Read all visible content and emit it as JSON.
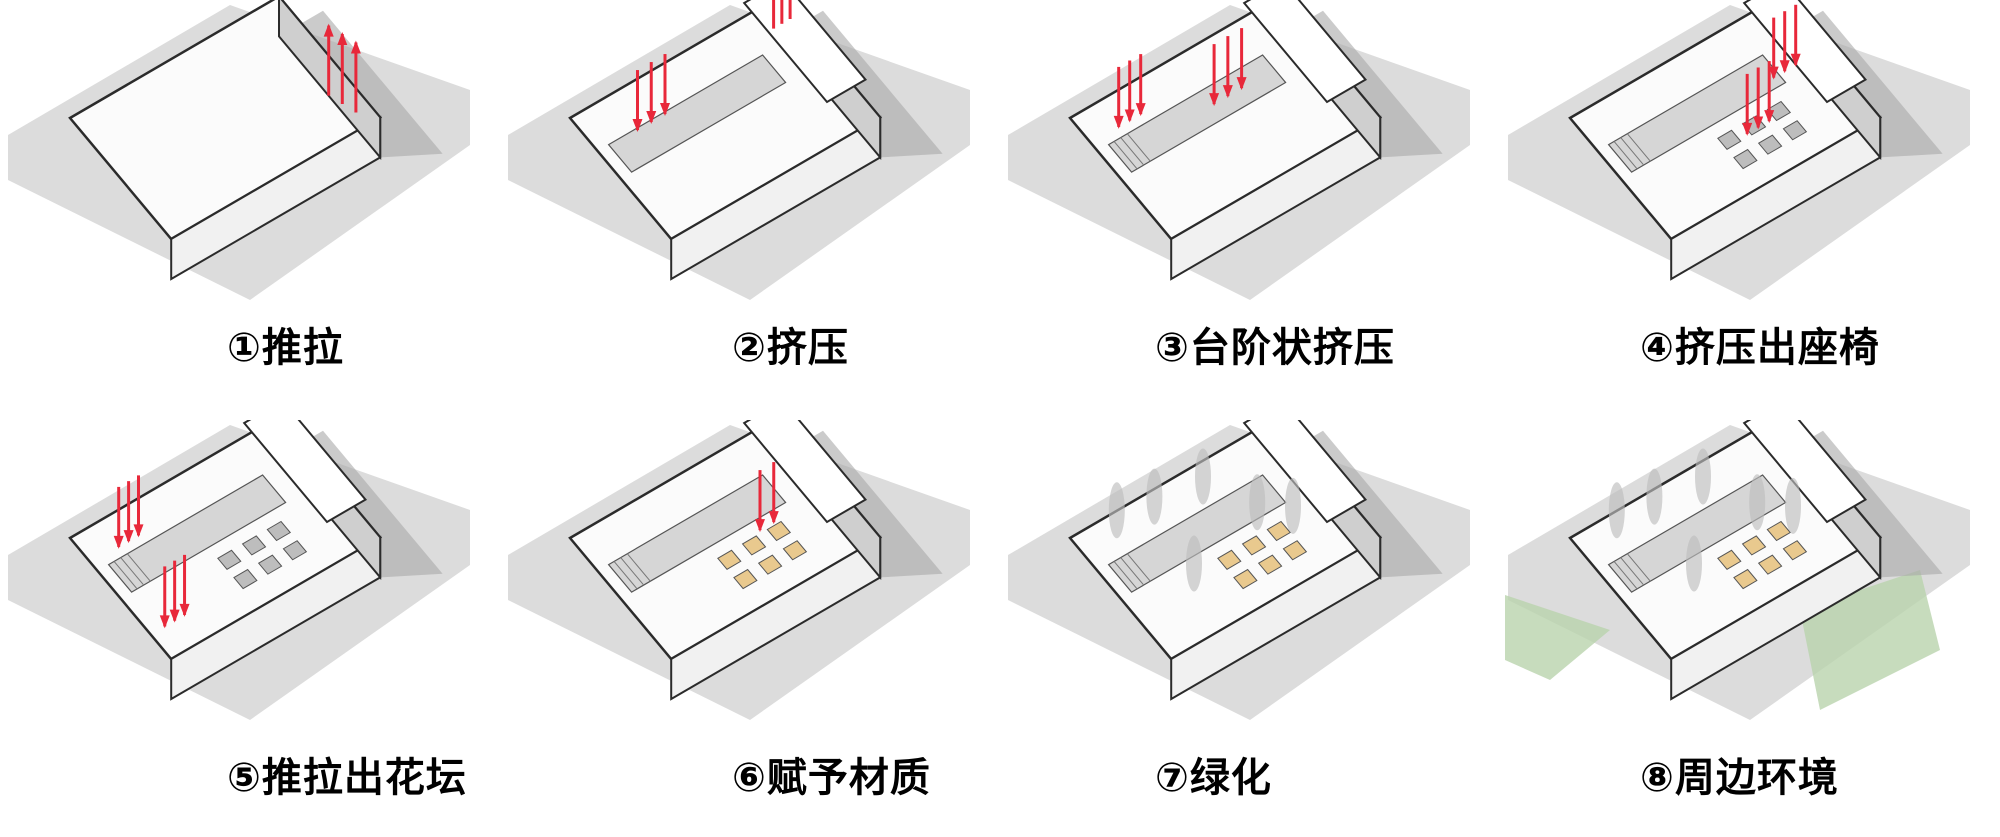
{
  "steps": [
    {
      "label": "①推拉"
    },
    {
      "label": "②挤压"
    },
    {
      "label": "③台阶状挤压"
    },
    {
      "label": "④挤压出座椅"
    },
    {
      "label": "⑤推拉出花坛"
    },
    {
      "label": "⑥赋予材质"
    },
    {
      "label": "⑦绿化"
    },
    {
      "label": "⑧周边环境"
    }
  ],
  "colors": {
    "ground": "#dcdcdc",
    "shadow": "#a9a9a9",
    "arrow": "#e8283a",
    "material": "#e9c98e",
    "green": "#b9d3ad"
  }
}
